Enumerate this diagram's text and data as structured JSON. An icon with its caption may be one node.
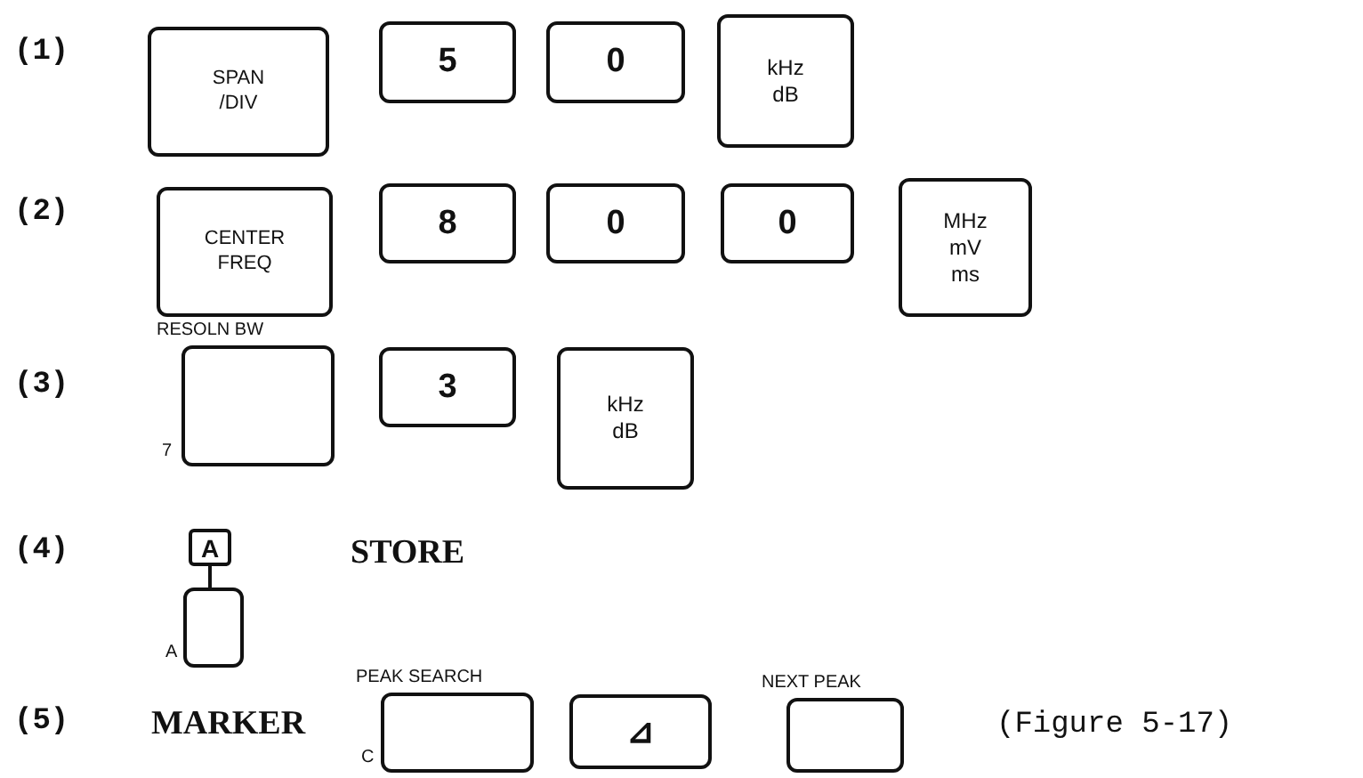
{
  "diagram": {
    "caption": "(Figure 5-17)",
    "nodes": [
      {
        "text": [
          "SPAN /DIV"
        ]
      },
      {
        "text": [
          "5"
        ]
      },
      {
        "text": [
          "0"
        ]
      },
      {
        "text": [
          "kHz dB"
        ]
      },
      {
        "text": [
          "CENTER FREQ"
        ]
      },
      {
        "text": [
          "8"
        ]
      },
      {
        "text": [
          "0"
        ]
      },
      {
        "text": [
          "0"
        ]
      },
      {
        "text": [
          "MHz mV ms"
        ]
      },
      {
        "text": [
          "RESOLN BW"
        ],
        "beside": [
          "7"
        ]
      },
      {
        "text": [
          "3"
        ]
      },
      {
        "text": [
          "kHz dB"
        ]
      },
      {
        "text": [
          "A"
        ]
      },
      {
        "text": [],
        "shape": "box",
        "beside": [
          "A"
        ]
      },
      {
        "text": [
          "PEAK SEARCH"
        ],
        "beside": [
          "C"
        ]
      },
      {
        "text": [
          "⊿"
        ]
      },
      {
        "text": [
          "NEXT PEAK"
        ]
      }
    ],
    "edges": [
      {
        "from": 12,
        "to": 13,
        "arrow": "none"
      }
    ],
    "labels": [
      "(1)",
      "(2)",
      "(3)",
      "(4)",
      "STORE",
      "(5)",
      "MARKER"
    ]
  }
}
